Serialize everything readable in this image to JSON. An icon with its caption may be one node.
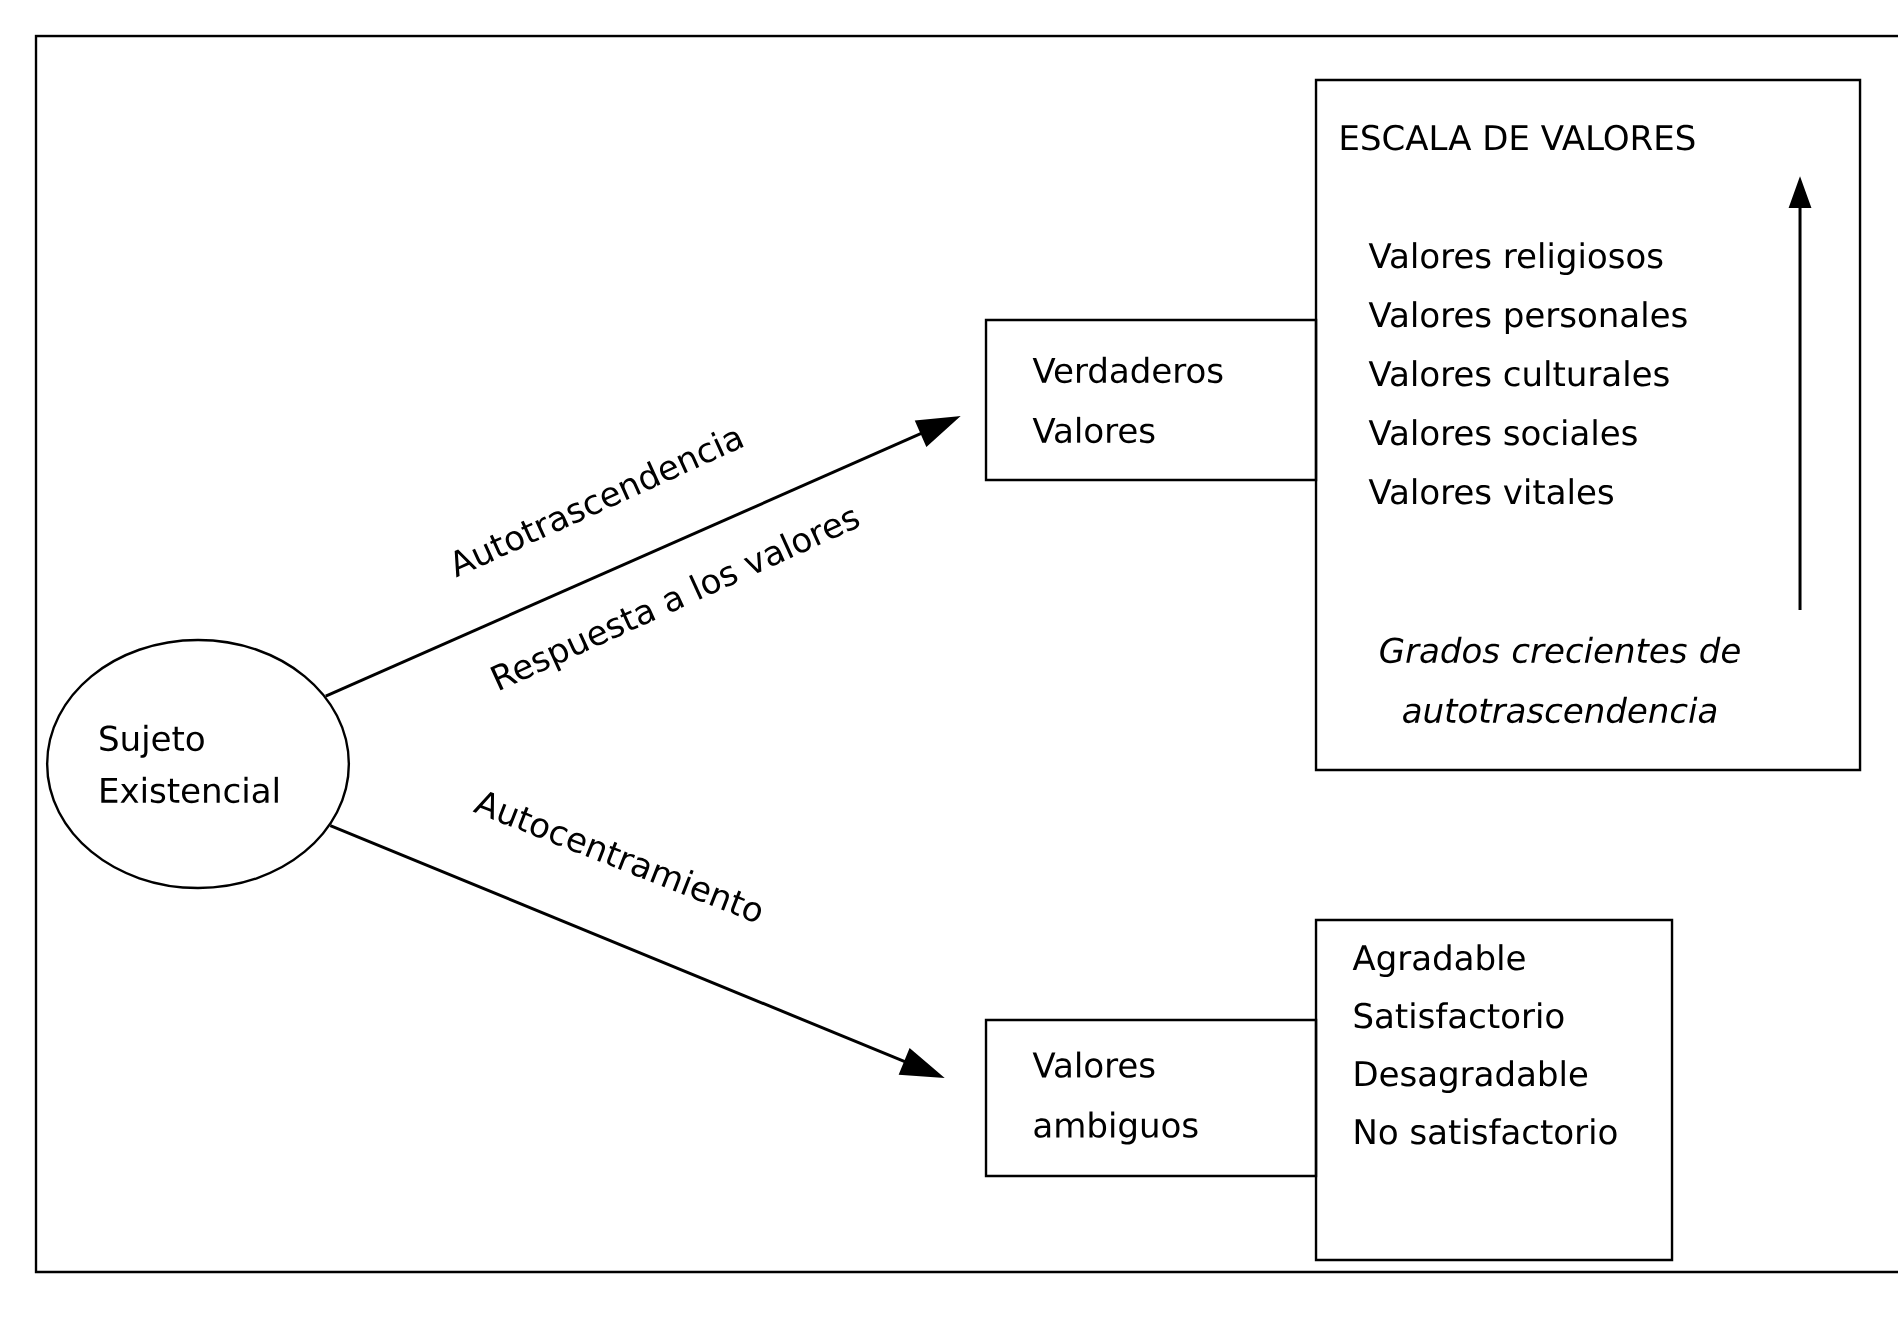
{
  "diagram": {
    "nodes": [
      {
        "text": [
          "Sujeto Existencial"
        ]
      },
      {
        "text": [
          "Verdaderos Valores"
        ]
      },
      {
        "text": [
          "ESCALA DE VALORES",
          "Valores religiosos",
          "Valores personales",
          "Valores culturales",
          "Valores sociales",
          "Valores vitales",
          "Grados crecientes de autotrascendencia"
        ]
      },
      {
        "text": [
          "Valores ambiguos"
        ]
      },
      {
        "text": [
          "Agradable",
          "Satisfactorio",
          "Desagradable",
          "No satisfactorio"
        ]
      }
    ],
    "edges": [
      {
        "from": 0,
        "to": 1,
        "arrow": "to",
        "label": "Autotrascendencia"
      },
      {
        "from": 0,
        "to": 3,
        "arrow": "to",
        "label": "Autocentramiento"
      }
    ],
    "labels": [
      "Respuesta a los valores"
    ]
  }
}
